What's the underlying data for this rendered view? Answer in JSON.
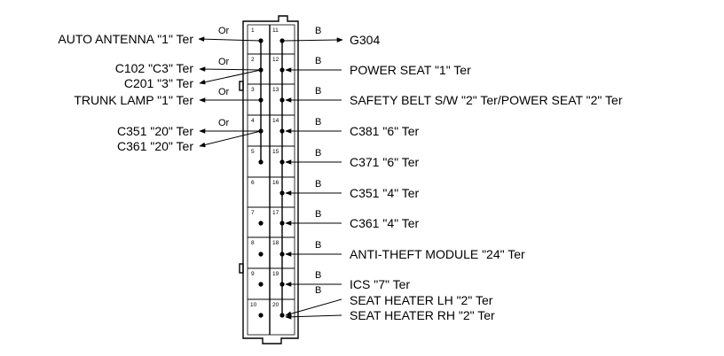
{
  "connector": {
    "pins": [
      "1",
      "2",
      "3",
      "4",
      "5",
      "6",
      "7",
      "8",
      "9",
      "10",
      "11",
      "12",
      "13",
      "14",
      "15",
      "16",
      "17",
      "18",
      "19",
      "20"
    ]
  },
  "left_labels": [
    {
      "text": "AUTO ANTENNA \"1\" Ter",
      "wire": "Or"
    },
    {
      "text": "C102 \"C3\" Ter",
      "wire": "Or"
    },
    {
      "text": "C201 \"3\" Ter",
      "wire": ""
    },
    {
      "text": "TRUNK LAMP \"1\" Ter",
      "wire": "Or"
    },
    {
      "text": "C351 \"20\" Ter",
      "wire": "Or"
    },
    {
      "text": "C361 \"20\" Ter",
      "wire": ""
    }
  ],
  "right_labels": [
    {
      "text": "G304",
      "wire": "B"
    },
    {
      "text": "POWER SEAT \"1\" Ter",
      "wire": "B"
    },
    {
      "text": "SAFETY BELT S/W \"2\" Ter/POWER SEAT \"2\" Ter",
      "wire": "B"
    },
    {
      "text": "C381 \"6\" Ter",
      "wire": "B"
    },
    {
      "text": "C371 \"6\" Ter",
      "wire": "B"
    },
    {
      "text": "C351 \"4\" Ter",
      "wire": "B"
    },
    {
      "text": "C361 \"4\" Ter",
      "wire": "B"
    },
    {
      "text": "ANTI-THEFT MODULE \"24\" Ter",
      "wire": "B"
    },
    {
      "text": "ICS \"7\" Ter",
      "wire": "B"
    },
    {
      "text": "SEAT HEATER LH \"2\" Ter",
      "wire": "B"
    },
    {
      "text": "SEAT HEATER RH \"2\" Ter",
      "wire": ""
    }
  ]
}
